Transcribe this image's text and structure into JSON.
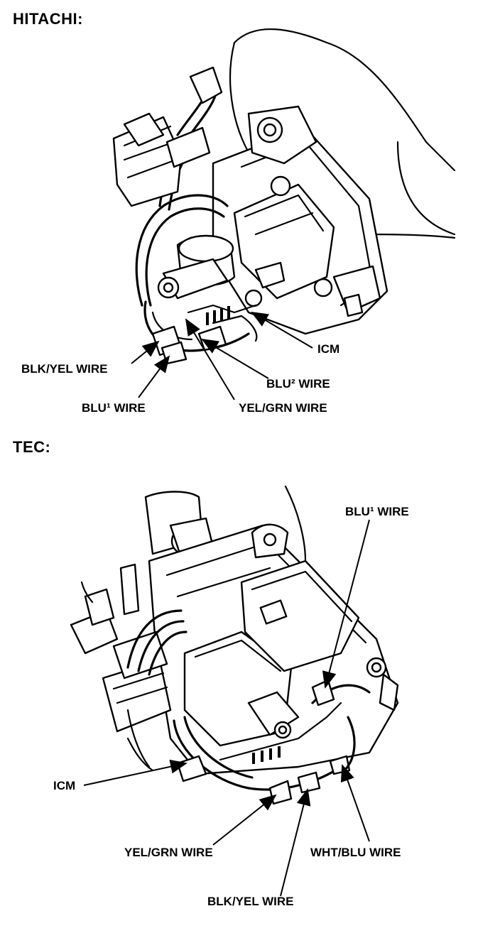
{
  "sections": {
    "hitachi": {
      "title": "HITACHI:",
      "labels": {
        "icm": "ICM",
        "blk_yel_wire": "BLK/YEL WIRE",
        "blu2_wire": "BLU² WIRE",
        "blu1_wire": "BLU¹ WIRE",
        "yel_grn_wire": "YEL/GRN WIRE"
      }
    },
    "tec": {
      "title": "TEC:",
      "labels": {
        "blu1_wire": "BLU¹ WIRE",
        "icm": "ICM",
        "yel_grn_wire": "YEL/GRN WIRE",
        "wht_blu_wire": "WHT/BLU WIRE",
        "blk_yel_wire": "BLK/YEL WIRE"
      }
    }
  }
}
